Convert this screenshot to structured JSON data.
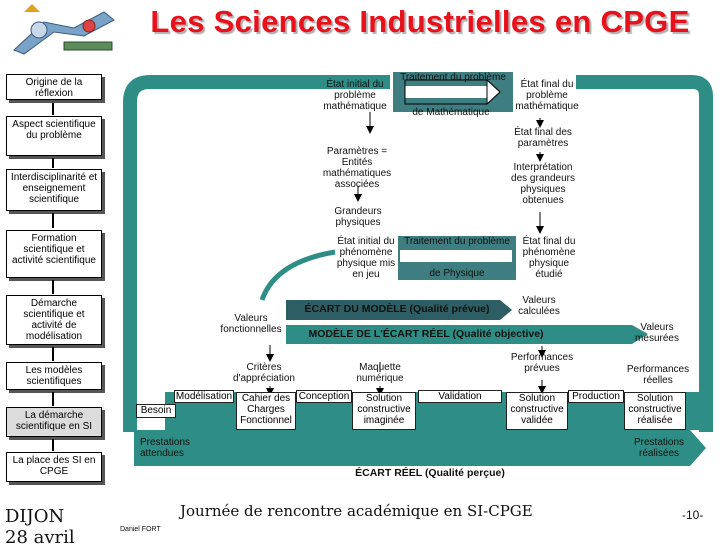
{
  "title": "Les Sciences Industrielles en CPGE",
  "nav": [
    {
      "label": "Origine de la réflexion"
    },
    {
      "label": "Aspect scientifique du problème"
    },
    {
      "label": "Interdisciplinarité et enseignement scientifique"
    },
    {
      "label": "Formation scientifique et activité scientifique"
    },
    {
      "label": "Démarche scientifique et activité de modélisation"
    },
    {
      "label": "Les modèles scientifiques"
    },
    {
      "label": "La démarche scientifique en SI"
    },
    {
      "label": "La place des SI en CPGE"
    }
  ],
  "diagram": {
    "math_initial": "État initial du problème mathématique",
    "math_process_top": "Traitement du problème",
    "math_process_bottom": "de Mathématique",
    "math_final": "État final du problème mathématique",
    "params": "Paramètres = Entités mathématiques associées",
    "final_params": "État final des paramètres",
    "interpretation": "Interprétation des grandeurs physiques obtenues",
    "grandeurs": "Grandeurs physiques",
    "phys_initial": "État initial du phénomène physique mis en jeu",
    "phys_process_top": "Traitement du problème",
    "phys_process_bottom": "de Physique",
    "phys_final": "État final du phénomène physique étudié",
    "valeurs_calculees": "Valeurs calculées",
    "ecart_modele": "ÉCART DU MODÈLE (Qualité prévue)",
    "valeurs_fonctionnelles": "Valeurs fonctionnelles",
    "modele_ecart_reel": "MODÈLE DE L'ÉCART RÉEL (Qualité objective)",
    "valeurs_mesurees": "Valeurs mesurées",
    "criteres": "Critères d'appréciation",
    "maquette": "Maquette numérique",
    "perf_prevues": "Performances prévues",
    "perf_reelles": "Performances réelles",
    "besoin": "Besoin",
    "modelisation": "Modélisation",
    "cahier": "Cahier des Charges Fonctionnel",
    "conception": "Conception",
    "sol_imaginee": "Solution constructive imaginée",
    "validation": "Validation",
    "sol_validee": "Solution constructive validée",
    "production": "Production",
    "sol_realisee": "Solution constructive réalisée",
    "prestations_attendues": "Prestations attendues",
    "prestations_realisees": "Prestations réalisées",
    "ecart_reel": "ÉCART RÉEL (Qualité perçue)"
  },
  "footer": {
    "event": "Journée de rencontre académique en SI-CPGE",
    "city": "DIJON",
    "date": "28 avril",
    "author": "Daniel FORT",
    "page": "-10-"
  },
  "colors": {
    "title": "#e8101a",
    "arrow_teal": "#2e8e86",
    "arrow_dark": "#2d5e63",
    "process_box": "#3f7e80"
  }
}
